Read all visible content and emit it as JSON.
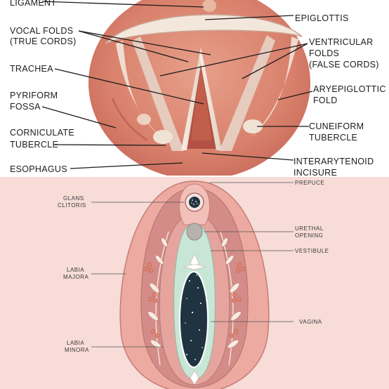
{
  "top_diagram": {
    "labels": {
      "ligament": "LIGAMENT",
      "epiglottis": "EPIGLOTTIS",
      "vocal_folds_1": "VOCAL FOLDS",
      "vocal_folds_2": "(TRUE CORDS)",
      "ventricular_folds_1": "VENTRICULAR",
      "ventricular_folds_2": "FOLDS",
      "ventricular_folds_3": "(FALSE CORDS)",
      "trachea": "TRACHEA",
      "aryepiglottic_1": "ARYEPIGLOTTIC",
      "aryepiglottic_2": "FOLD",
      "pyriform_1": "PYRIFORM",
      "pyriform_2": "FOSSA",
      "cuneiform_1": "CUNEIFORM",
      "cuneiform_2": "TUBERCLE",
      "corniculate_1": "CORNICULATE",
      "corniculate_2": "TUBERCLE",
      "interarytenoid_1": "INTERARYTENOID",
      "interarytenoid_2": "INCISURE",
      "esophagus": "ESOPHAGUS"
    },
    "colors": {
      "tissue": "#d9826e",
      "tissue_dark": "#b9584a",
      "cord": "#efe6da",
      "label": "#1c1c1c"
    }
  },
  "bottom_diagram": {
    "labels": {
      "prepuce": "PREPUCE",
      "glans_1": "GLANS",
      "glans_2": "CLITORIS",
      "urethral_1": "URETHAL",
      "urethral_2": "OPENING",
      "vestibule": "VESTIBULE",
      "labia_majora_1": "LABIA",
      "labia_majora_2": "MAJORA",
      "vagina": "VAGINA",
      "labia_minora_1": "LABIA",
      "labia_minora_2": "MINORA"
    },
    "colors": {
      "background": "#f7dcd8",
      "outer": "#ecaaa0",
      "mid": "#d48a86",
      "inner": "#c98a86",
      "vestibule": "#c8e6d6",
      "vagina": "#1f3340",
      "label": "#3a3a3a"
    }
  }
}
